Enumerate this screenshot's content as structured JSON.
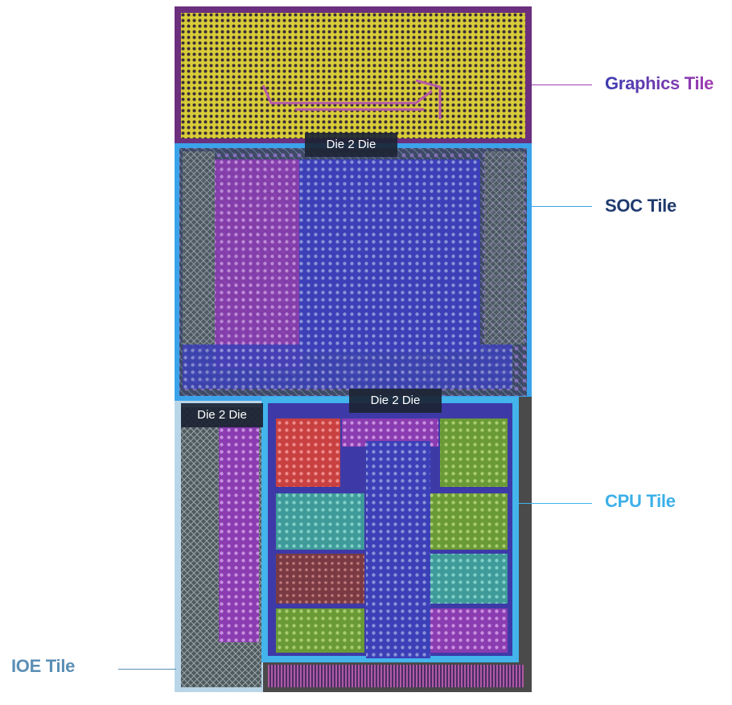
{
  "labels": {
    "graphics": "Graphics Tile",
    "soc": "SOC Tile",
    "cpu": "CPU Tile",
    "ioe": "IOE Tile"
  },
  "die2die": {
    "soc_top": "Die 2 Die",
    "ioe_top": "Die 2 Die",
    "cpu_top": "Die 2 Die"
  },
  "colors": {
    "graphics_frame": "#6b2f7e",
    "graphics_fill": "#d9cf3a",
    "soc_frame": "#3aa3ea",
    "soc_fill": "#3c3fb5",
    "cpu_frame": "#43b4ec",
    "ioe_frame": "#b9d6e8",
    "package_frame": "#4a4a4a",
    "label_graphics_start": "#3c3cb0",
    "label_graphics_end": "#a03cb0",
    "label_soc": "#1f3a6e",
    "label_cpu": "#3cb0e8",
    "label_ioe": "#5a8fb5"
  }
}
